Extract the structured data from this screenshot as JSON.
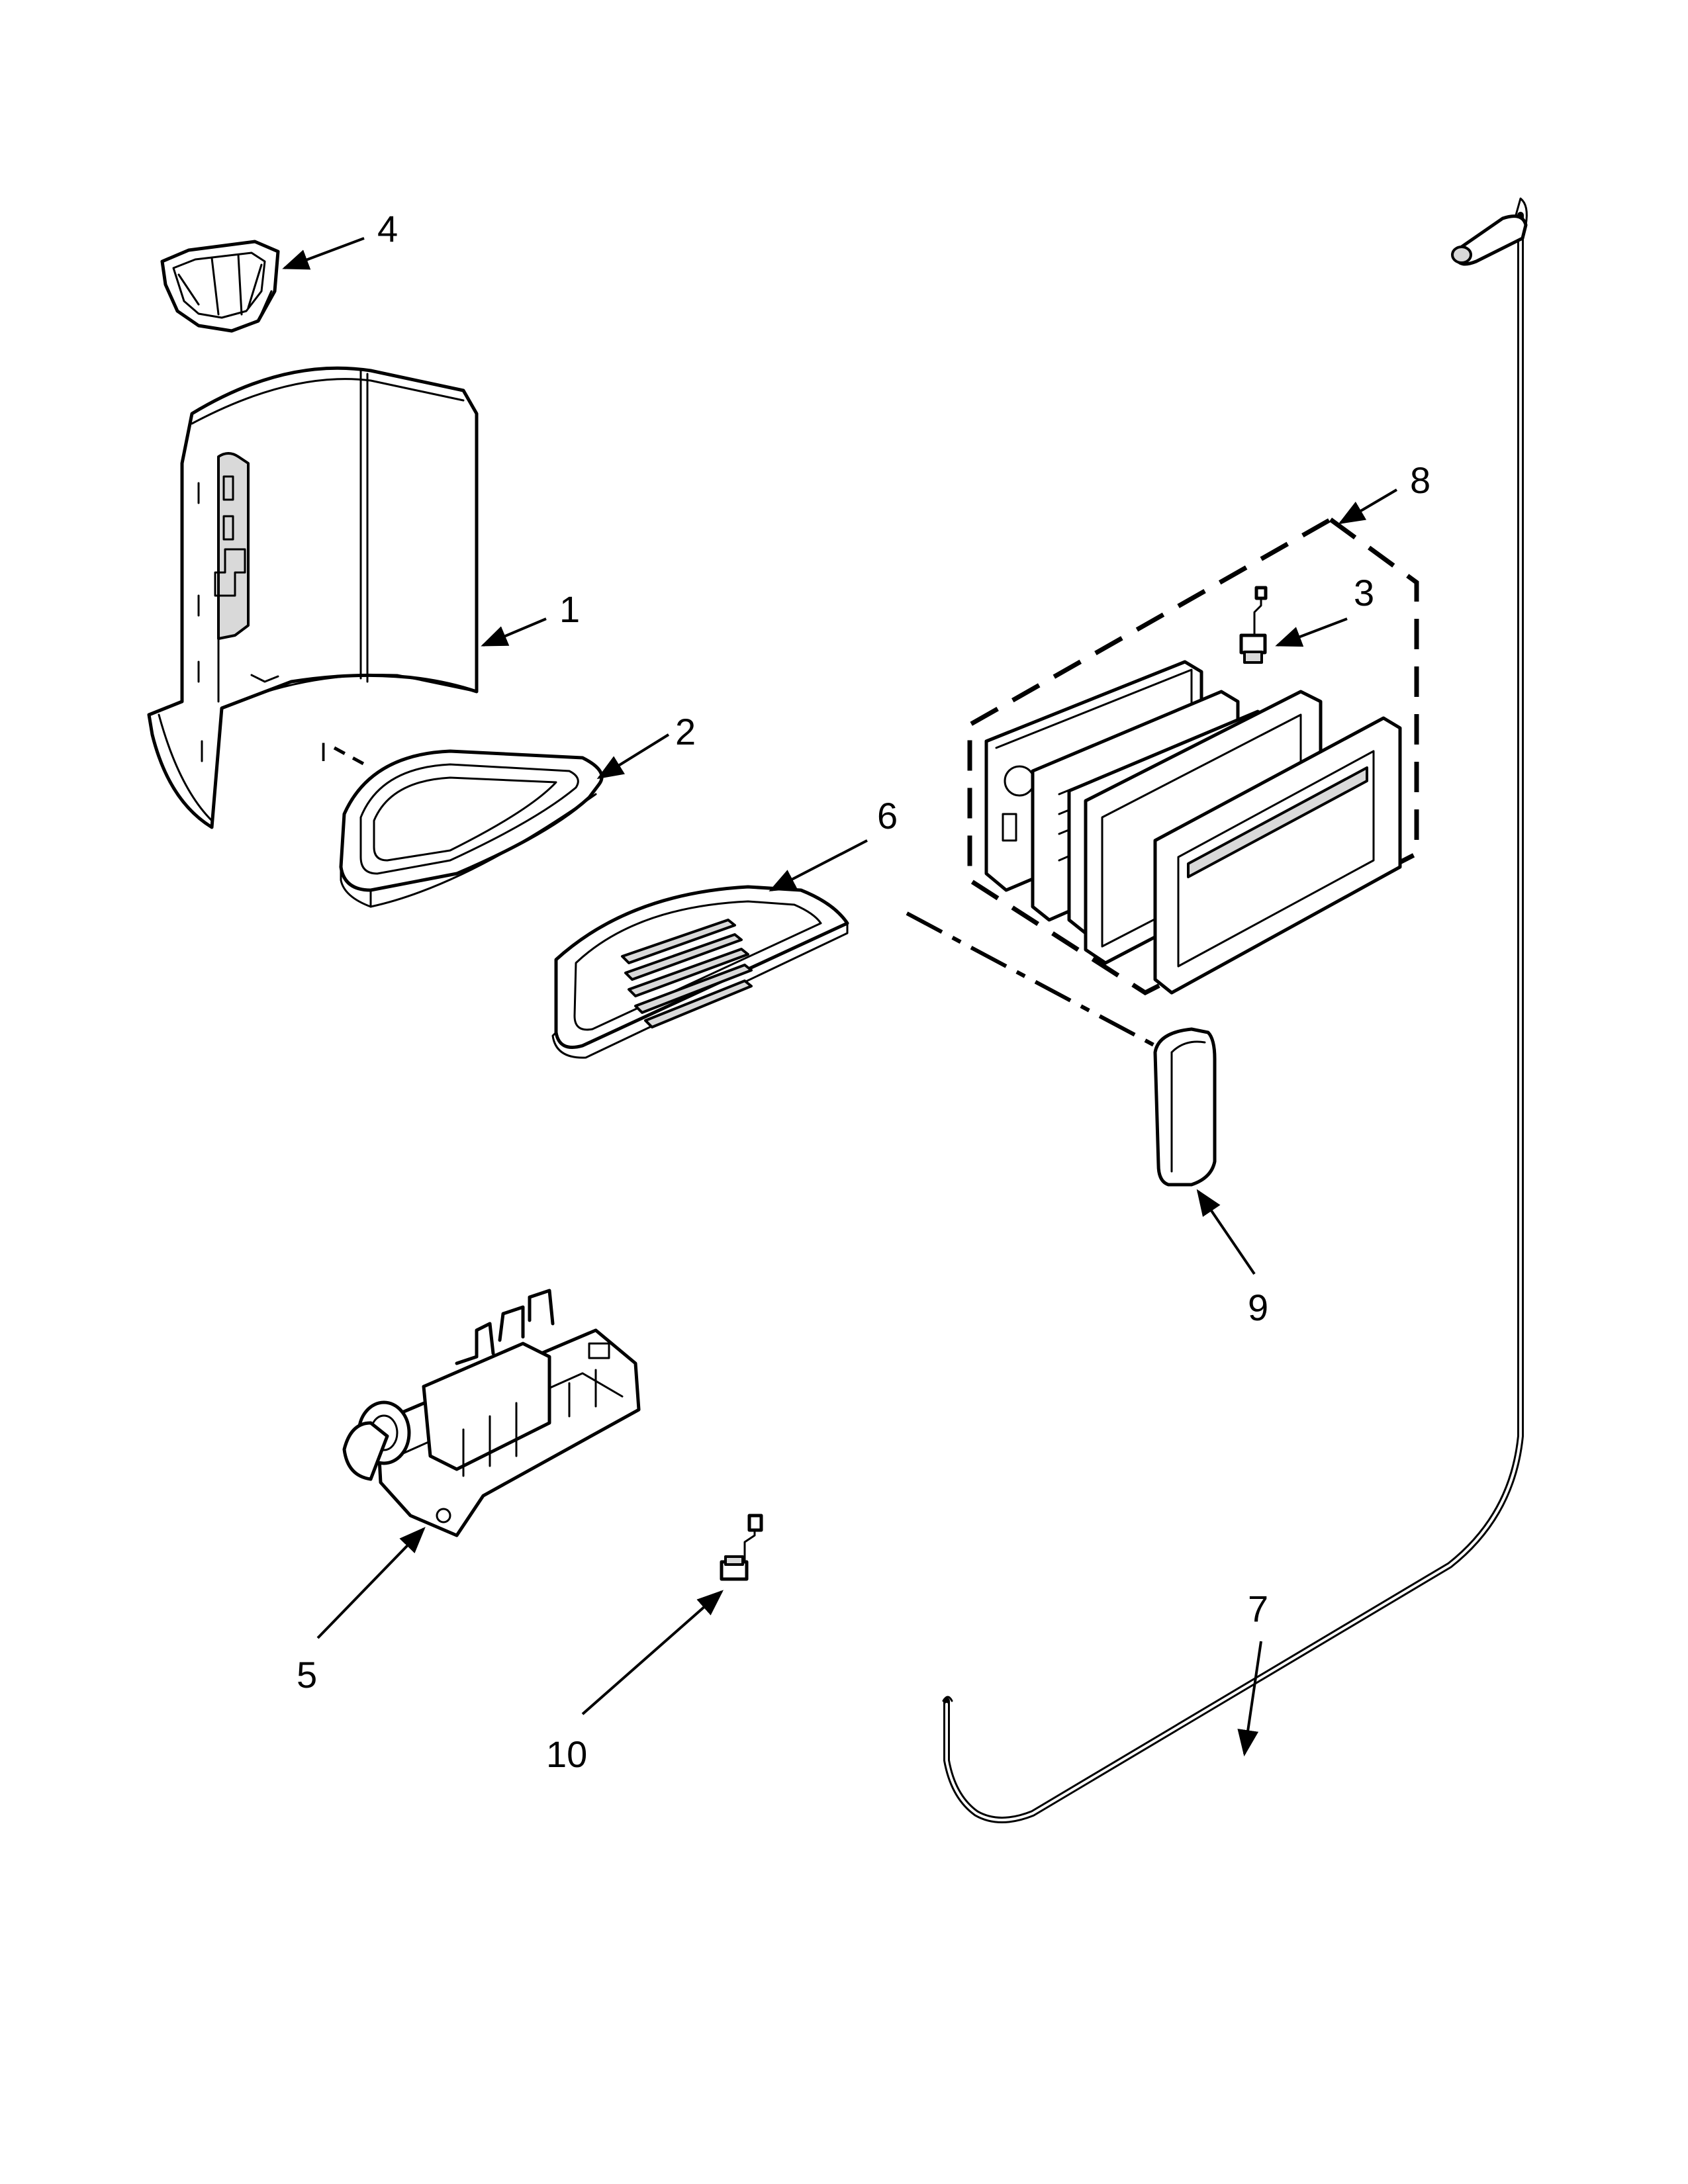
{
  "diagram": {
    "callouts": [
      {
        "id": "1",
        "label": "1"
      },
      {
        "id": "2",
        "label": "2"
      },
      {
        "id": "3",
        "label": "3"
      },
      {
        "id": "4",
        "label": "4"
      },
      {
        "id": "5",
        "label": "5"
      },
      {
        "id": "6",
        "label": "6"
      },
      {
        "id": "7",
        "label": "7"
      },
      {
        "id": "8",
        "label": "8"
      },
      {
        "id": "9",
        "label": "9"
      },
      {
        "id": "10",
        "label": "10"
      }
    ],
    "extra_marks": {
      "part2_tick": "I"
    }
  }
}
